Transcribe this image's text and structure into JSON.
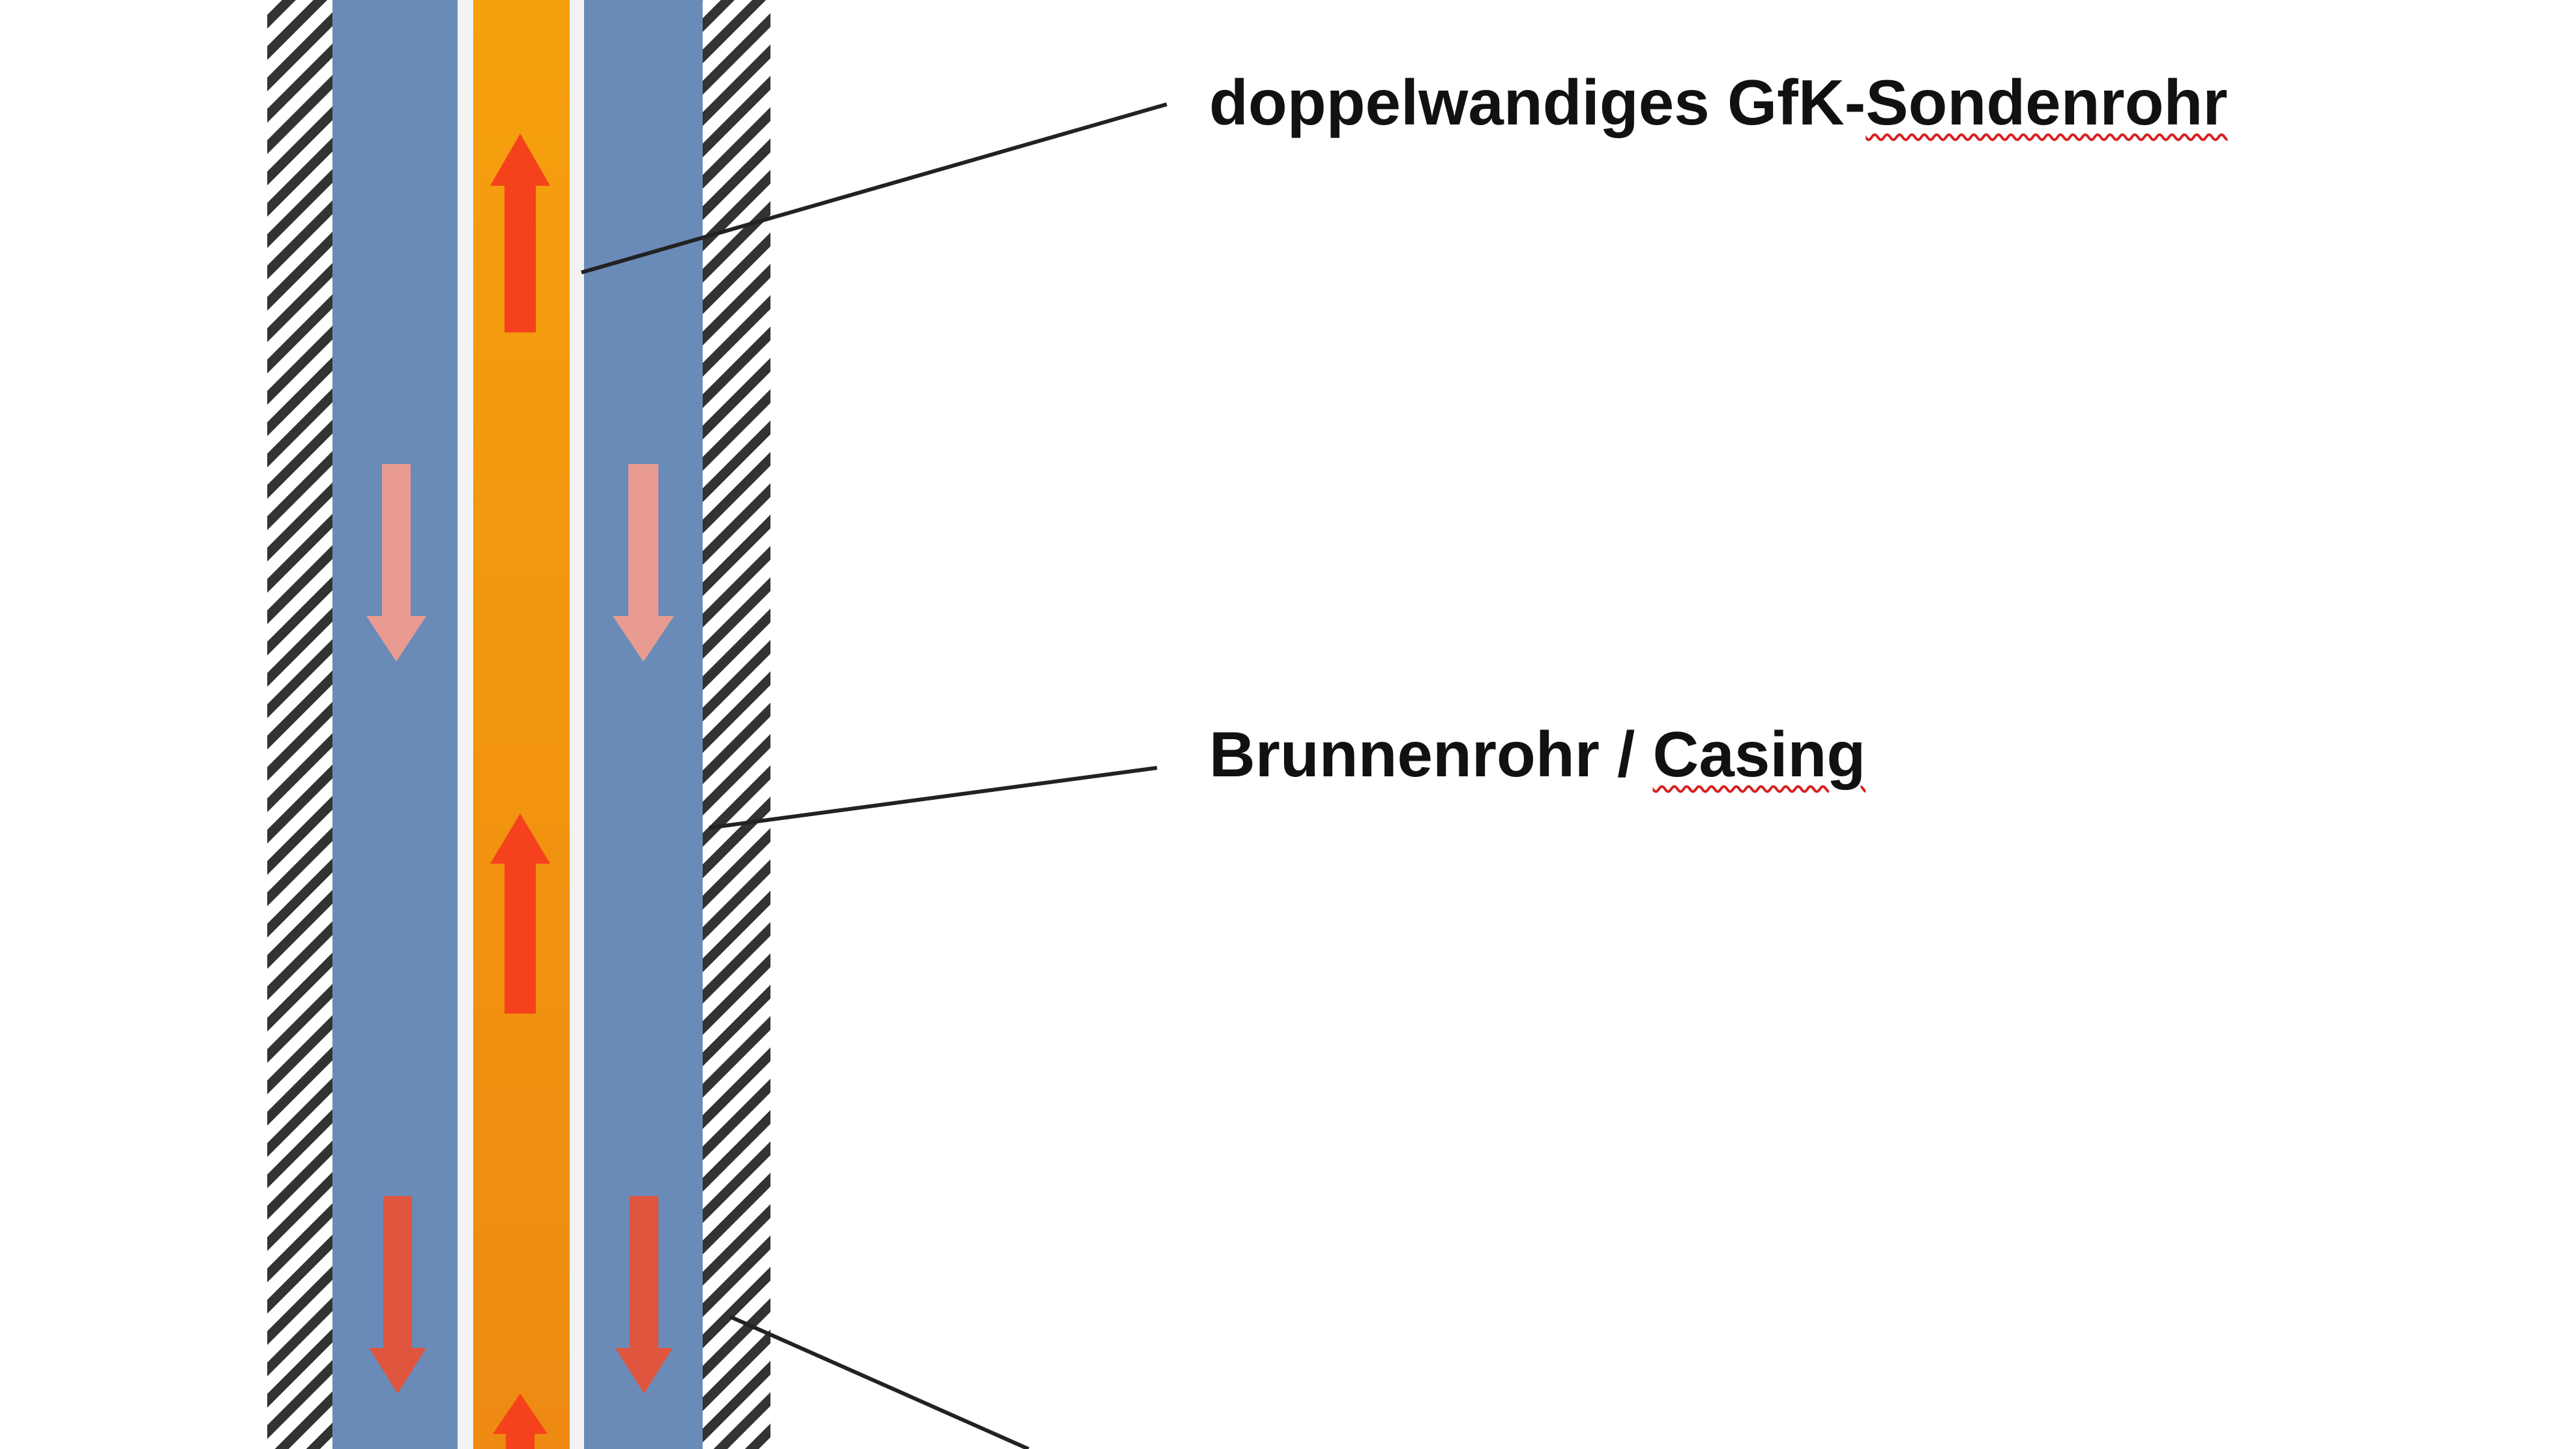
{
  "labels": {
    "probe": {
      "before": "doppelwandiges GfK-",
      "marked": "Sondenrohr"
    },
    "casing": {
      "before": "Brunnenrohr / ",
      "marked": "Casing"
    }
  },
  "colors": {
    "background": "#ffffff",
    "rock_hatch": "#333333",
    "annulus_water": "#6a8bb7",
    "probe_wall": "#f2f2f2",
    "inner_tube": "#f59a10",
    "arrow_up": "#f5421c",
    "arrow_down_light": "#e99b92",
    "arrow_down": "#e0553e",
    "leader_line": "#222222",
    "spellcheck_underline": "#d62020"
  },
  "flow_arrows": {
    "inner_direction": "up",
    "annulus_direction": "down"
  }
}
